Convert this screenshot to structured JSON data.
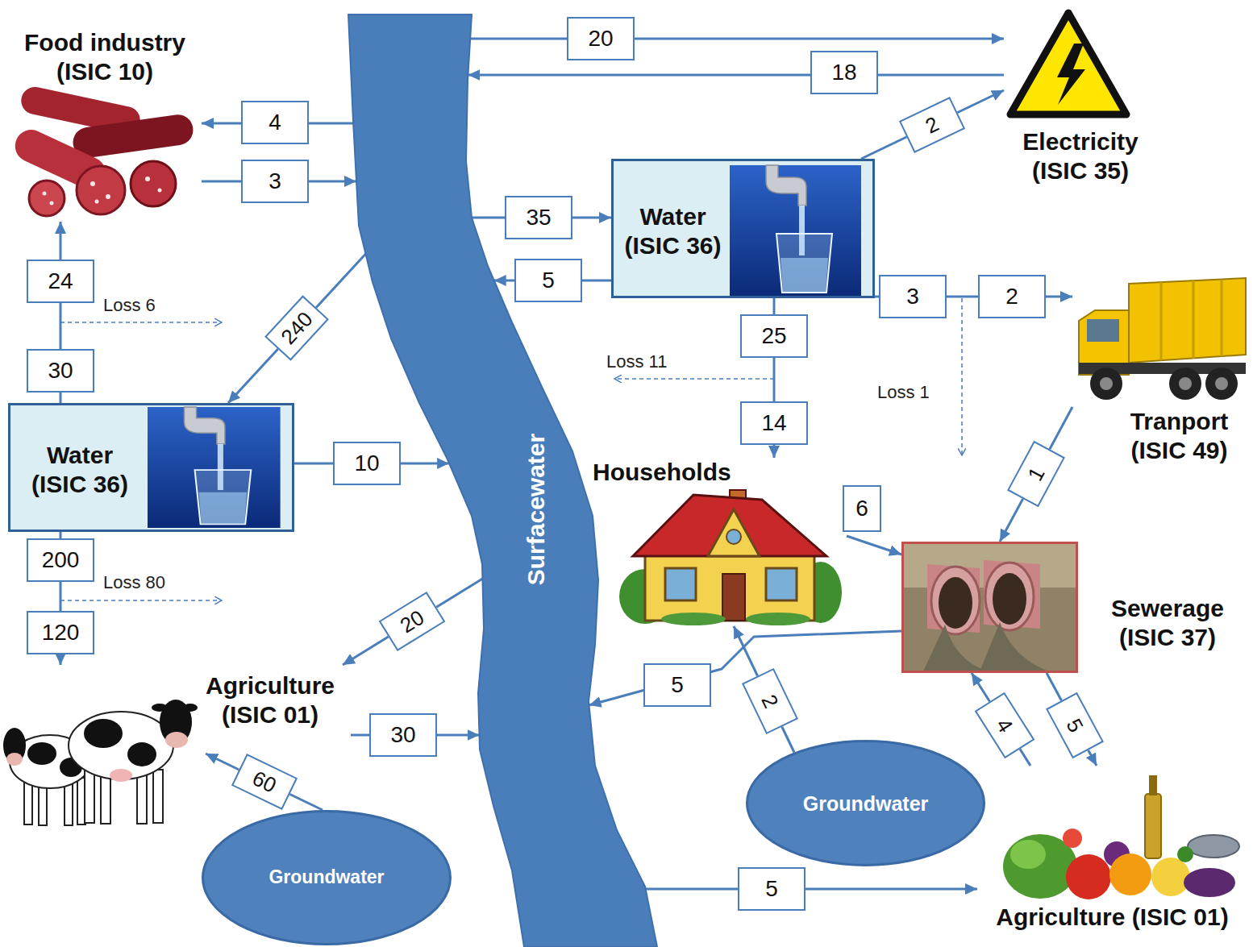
{
  "diagram": {
    "nodes": [
      {
        "text": [
          "Food industry (ISIC 10)"
        ]
      },
      {
        "text": [
          "Surfacewater"
        ]
      },
      {
        "text": [
          "Electricity (ISIC 35)"
        ]
      },
      {
        "text": [
          "Water (ISIC 36)"
        ]
      },
      {
        "text": [
          "Tranport (ISIC 49)"
        ]
      },
      {
        "text": [
          "Water (ISIC 36)"
        ]
      },
      {
        "text": [
          "Households"
        ]
      },
      {
        "text": [
          "Sewerage (ISIC 37)"
        ]
      },
      {
        "text": [
          "Agriculture (ISIC 01)"
        ]
      },
      {
        "text": [
          "Groundwater"
        ]
      },
      {
        "text": [
          "Groundwater"
        ]
      },
      {
        "text": [
          "Agriculture (ISIC 01)"
        ]
      }
    ],
    "edges": [
      {
        "from": 1,
        "to": 2,
        "label": "20",
        "arrow": "to"
      },
      {
        "from": 2,
        "to": 1,
        "label": "18",
        "arrow": "to"
      },
      {
        "from": 1,
        "to": 0,
        "label": "4",
        "arrow": "to"
      },
      {
        "from": 0,
        "to": 1,
        "label": "3",
        "arrow": "to"
      },
      {
        "from": 3,
        "to": 2,
        "label": "2",
        "arrow": "to"
      },
      {
        "from": 1,
        "to": 3,
        "label": "35",
        "arrow": "to"
      },
      {
        "from": 3,
        "to": 1,
        "label": "5",
        "arrow": "to"
      },
      {
        "from": 3,
        "to": 4,
        "label": "3",
        "arrow": "to"
      },
      {
        "from": 1,
        "to": 5,
        "label": "240",
        "arrow": "to"
      },
      {
        "from": 5,
        "to": 1,
        "label": "10",
        "arrow": "to"
      },
      {
        "from": 5,
        "to": 0,
        "label": "30",
        "arrow": "to"
      },
      {
        "from": 3,
        "to": 6,
        "label": "25",
        "arrow": "to"
      },
      {
        "from": 5,
        "to": 8,
        "label": "200",
        "arrow": "to"
      },
      {
        "from": 1,
        "to": 8,
        "label": "20",
        "arrow": "to"
      },
      {
        "from": 8,
        "to": 1,
        "label": "30",
        "arrow": "to"
      },
      {
        "from": 10,
        "to": 8,
        "label": "60",
        "arrow": "to"
      },
      {
        "from": 6,
        "to": 7,
        "label": "6",
        "arrow": "to"
      },
      {
        "from": 4,
        "to": 7,
        "label": "1",
        "arrow": "to"
      },
      {
        "from": 7,
        "to": 1,
        "label": "5",
        "arrow": "to"
      },
      {
        "from": 9,
        "to": 6,
        "label": "2",
        "arrow": "to"
      },
      {
        "from": 11,
        "to": 7,
        "label": "4",
        "arrow": "to"
      },
      {
        "from": 7,
        "to": 11,
        "label": "5",
        "arrow": "to"
      },
      {
        "from": 1,
        "to": 11,
        "label": "5",
        "arrow": "to"
      }
    ],
    "labels": [
      "24",
      "Loss 6",
      "2",
      "Loss 11",
      "Loss 1",
      "14",
      "Loss 80",
      "120"
    ]
  }
}
